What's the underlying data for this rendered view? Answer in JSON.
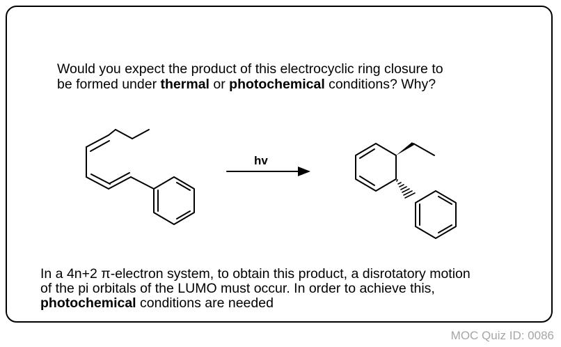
{
  "question": {
    "line1": "Would you expect the product of this electrocyclic ring closure to",
    "line2_prefix": "be formed under ",
    "bold1": "thermal",
    "line2_mid": " or ",
    "bold2": "photochemical",
    "line2_suffix": " conditions?  Why?"
  },
  "reaction": {
    "arrow_label": "hv"
  },
  "answer": {
    "line1": "In a 4n+2 π-electron system, to obtain this product, a disrotatory motion",
    "line2": "of the pi orbitals of the LUMO must occur.  In order to achieve this,",
    "bold": "photochemical",
    "line3_suffix": " conditions are needed"
  },
  "footer": {
    "quiz_id": "MOC Quiz ID: 0086"
  }
}
